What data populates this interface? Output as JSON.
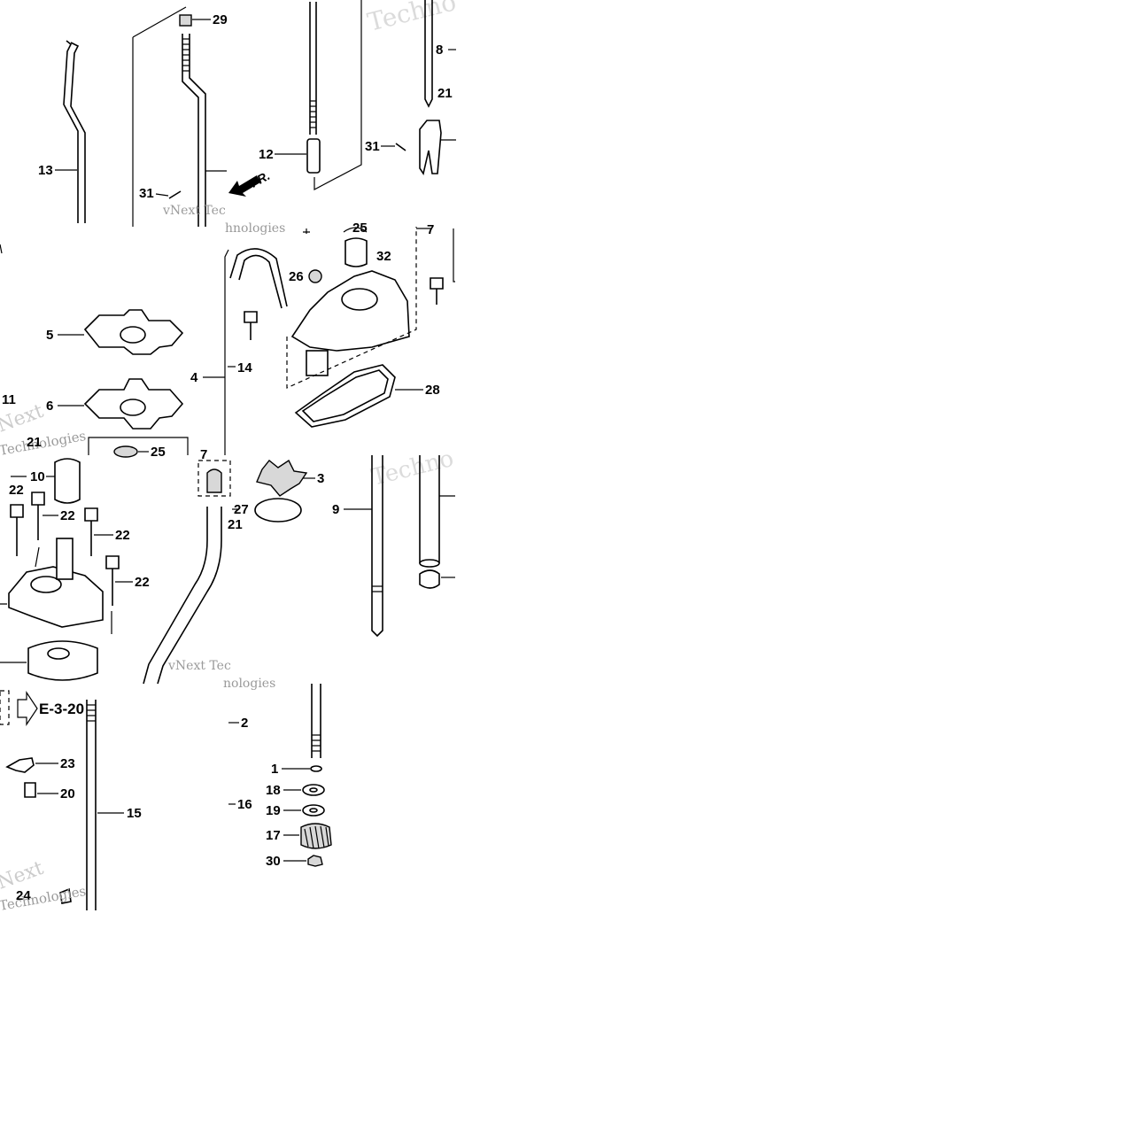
{
  "diagram": {
    "callouts": {
      "c29": "29",
      "c13": "13",
      "c31a": "31",
      "c12": "12",
      "c31b": "31",
      "c8": "8",
      "c21a": "21",
      "fr": "FR.",
      "c5": "5",
      "c6": "6",
      "c11": "11",
      "c21b": "21",
      "c25a": "25",
      "c7a": "7",
      "c26": "26",
      "c32": "32",
      "c4": "4",
      "c14": "14",
      "c28": "28",
      "c7b": "7",
      "c25b": "25",
      "c10": "10",
      "c22a": "22",
      "c22b": "22",
      "c22c": "22",
      "c22d": "22",
      "c27": "27",
      "c21c": "21",
      "c3": "3",
      "c9": "9",
      "ref": "E-3-20",
      "c2": "2",
      "c23": "23",
      "c20": "20",
      "c15": "15",
      "c1": "1",
      "c18": "18",
      "c16": "16",
      "c19": "19",
      "c17": "17",
      "c30": "30",
      "c24": "24"
    },
    "watermarks": {
      "w1": "Techno",
      "w2": "vNext Tec",
      "w3": "hnologies",
      "w4": "Next",
      "w5": "Technologies",
      "w6": "Techno",
      "w7": "vNext Tec",
      "w8": "nologies",
      "w9": "Next",
      "w10": "Technologies"
    }
  }
}
